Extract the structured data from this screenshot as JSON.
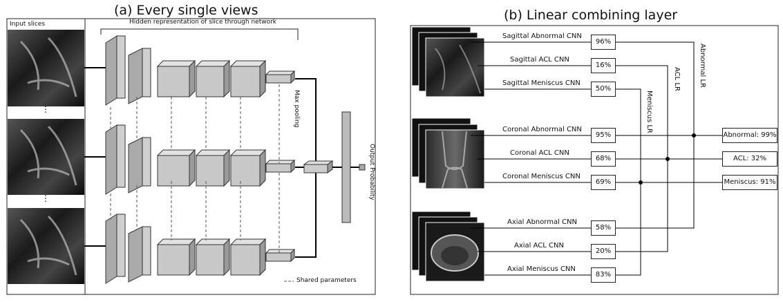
{
  "panel_a": {
    "title": "(a) Every single views",
    "input_label": "Input slices",
    "hidden_label": "Hidden representation of slice through network",
    "max_pooling_label": "Max pooling",
    "output_label": "Output Probability",
    "shared_label": "Shared parameters"
  },
  "panel_b": {
    "title": "(b) Linear combining layer",
    "cnn_rows": [
      {
        "label": "Sagittal Abnormal CNN",
        "value": "96%"
      },
      {
        "label": "Sagittal ACL CNN",
        "value": "16%"
      },
      {
        "label": "Sagittal Meniscus CNN",
        "value": "50%"
      },
      {
        "label": "Coronal Abnormal CNN",
        "value": "95%"
      },
      {
        "label": "Coronal ACL CNN",
        "value": "68%"
      },
      {
        "label": "Coronal Meniscus CNN",
        "value": "69%"
      },
      {
        "label": "Axial Abnormal CNN",
        "value": "58%"
      },
      {
        "label": "Axial ACL CNN",
        "value": "20%"
      },
      {
        "label": "Axial Meniscus CNN",
        "value": "83%"
      }
    ],
    "lr_labels": {
      "abnormal": "Abnormal LR",
      "acl": "ACL LR",
      "meniscus": "Meniscus LR"
    },
    "outputs": [
      {
        "label": "Abnormal: 99%"
      },
      {
        "label": "ACL: 32%"
      },
      {
        "label": "Meniscus: 91%"
      }
    ]
  }
}
